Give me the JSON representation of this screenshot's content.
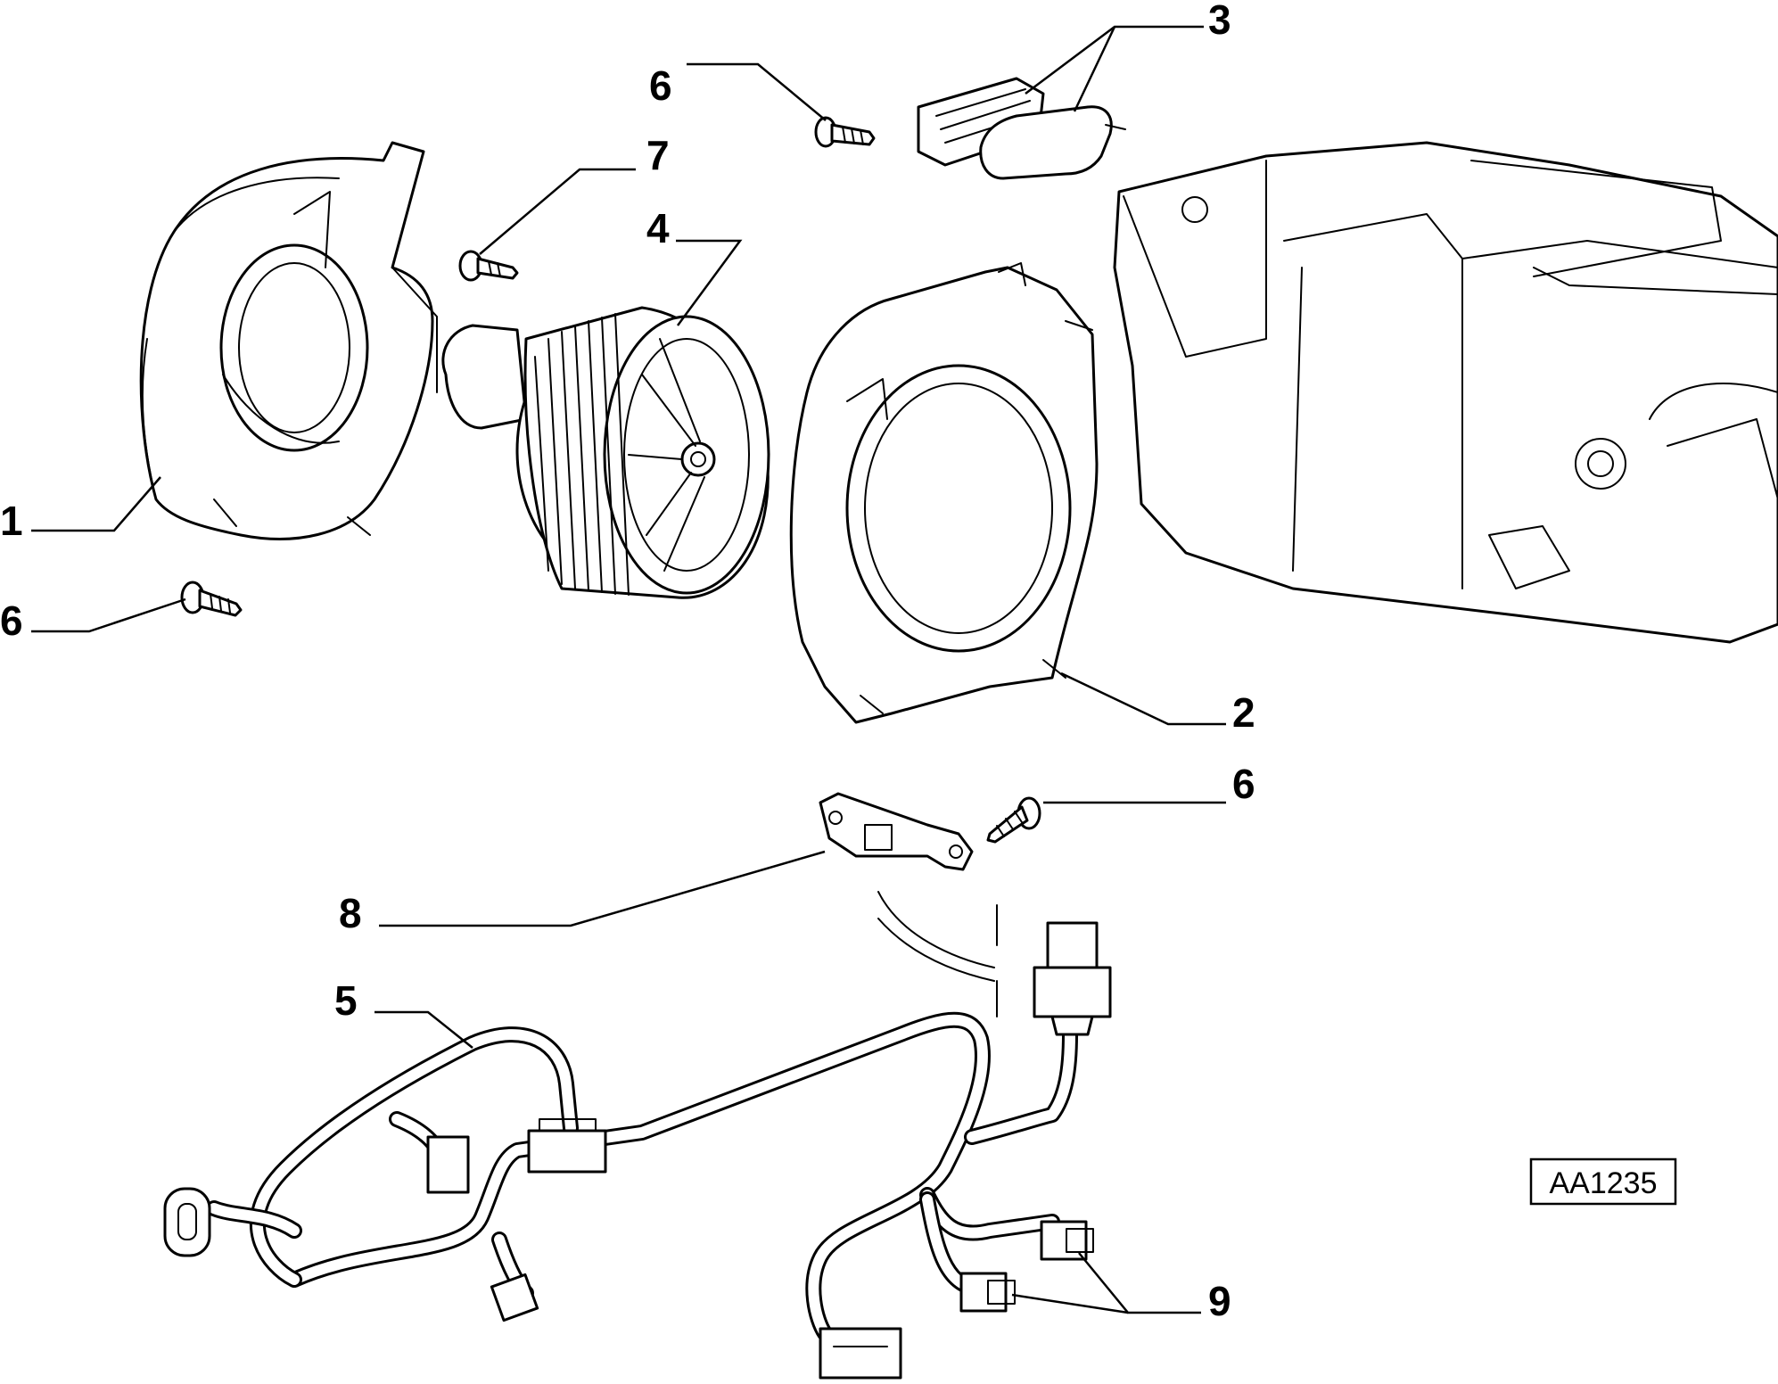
{
  "callouts": {
    "c1": "1",
    "c2": "2",
    "c3": "3",
    "c4": "4",
    "c5": "5",
    "c6a": "6",
    "c6b": "6",
    "c6c": "6",
    "c7": "7",
    "c8": "8",
    "c9": "9"
  },
  "reference_code": "AA1235"
}
